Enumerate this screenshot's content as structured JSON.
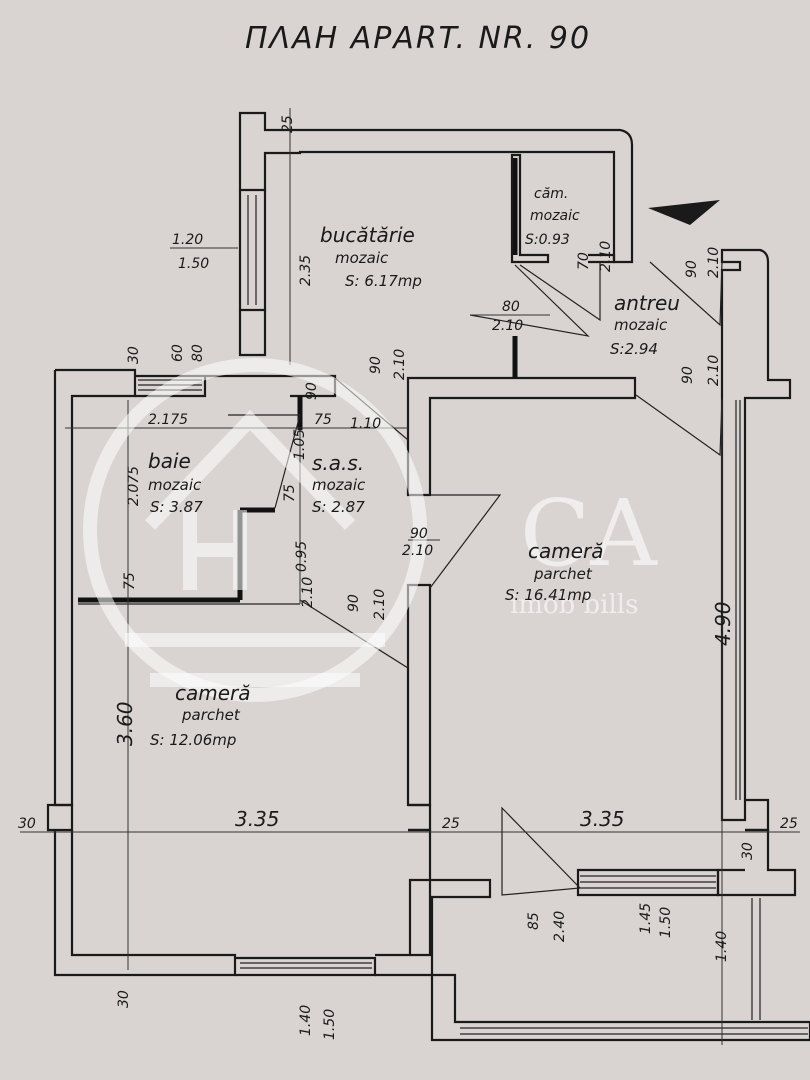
{
  "title": "ΠΛΑΗ ΑΡΑRT. NR. 90",
  "rooms": {
    "bucatarie": {
      "name": "bucătărie",
      "floor": "mozaic",
      "area": "S: 6.17mp"
    },
    "camara": {
      "name": "căm.",
      "floor": "mozaic",
      "area": "S:0.93"
    },
    "antreu": {
      "name": "antreu",
      "floor": "mozaic",
      "area": "S:2.94"
    },
    "baie": {
      "name": "baie",
      "floor": "mozaic",
      "area": "S: 3.87"
    },
    "sas": {
      "name": "s.a.s.",
      "floor": "mozaic",
      "area": "S: 2.87"
    },
    "camera1": {
      "name": "cameră",
      "floor": "parchet",
      "area": "S: 16.41mp"
    },
    "camera2": {
      "name": "cameră",
      "floor": "parchet",
      "area": "S: 12.06mp"
    }
  },
  "dimensions": {
    "d_25_top": "25",
    "d_235": "2.35",
    "d_120": "1.20",
    "d_150_a": "1.50",
    "d_70": "70",
    "d_210_a": "2.10",
    "d_90_a": "90",
    "d_210_b": "2.10",
    "d_80": "80",
    "d_210_c": "2.10",
    "d_90_b": "90",
    "d_210_d": "2.10",
    "d_30_a": "30",
    "d_60": "60",
    "d_80b": "80",
    "d_90_c": "90",
    "d_210_e": "2.10",
    "d_90_d": "90",
    "d_210_f": "2.10",
    "d_2175": "2.175",
    "d_75_a": "75",
    "d_110": "1.10",
    "d_105": "1.05",
    "d_75_b": "75",
    "d_2075": "2.075",
    "d_75_c": "75",
    "d_095": "0.95",
    "d_90_e": "90",
    "d_210_g": "2.10",
    "d_90_f": "90",
    "d_210_h": "2.10",
    "d_360": "3.60",
    "d_490": "4.90",
    "d_30_b": "30",
    "d_335_a": "3.35",
    "d_25_b": "25",
    "d_335_b": "3.35",
    "d_25_c": "25",
    "d_30_c": "30",
    "d_85": "85",
    "d_240": "2.40",
    "d_145": "1.45",
    "d_150_b": "1.50",
    "d_140_a": "1.40",
    "d_30_d": "30",
    "d_140_b": "1.40",
    "d_150_c": "1.50"
  },
  "watermark": {
    "text": "CA",
    "sub": "imob bills"
  },
  "colors": {
    "paper": "#d9d4d2",
    "ink": "#1a1a1a",
    "watermark": "#ffffff"
  }
}
